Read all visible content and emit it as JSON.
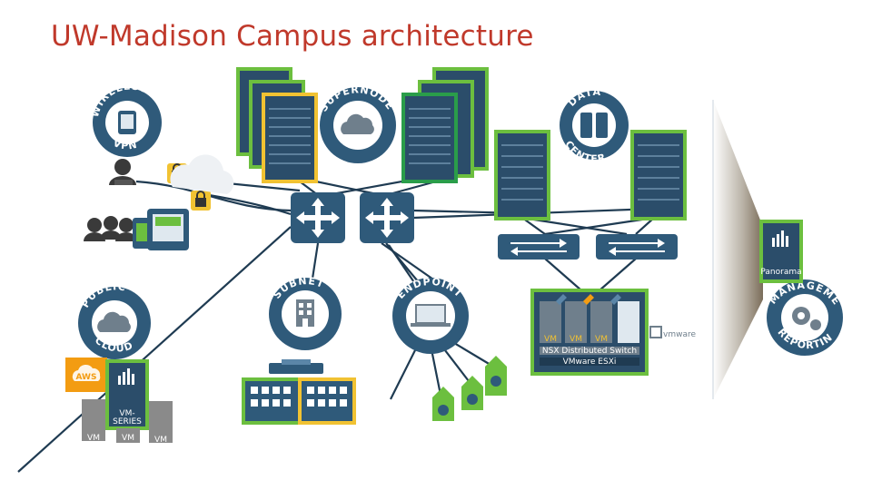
{
  "title": "UW-Madison Campus architecture",
  "badges": {
    "wireless": "WIRELESS",
    "vpn": "VPN",
    "supernodes": "SUPERNODES",
    "data": "DATA",
    "center": "CENTER",
    "public": "PUBLIC",
    "cloud": "CLOUD",
    "subnet": "SUBNET",
    "endpoint": "ENDPOINT",
    "management": "MANAGEMENT",
    "reporting": "REPORTING"
  },
  "labels": {
    "aws": "AWS",
    "vm_series_1": "VM-",
    "vm_series_2": "SERIES",
    "vm_left": "VM",
    "vm_mid": "VM",
    "vm_right": "VM",
    "vmware": "vmware",
    "panorama": "Panorama",
    "host_vm1": "VM",
    "host_vm2": "VM",
    "host_vm3": "VM",
    "nsx_bar": "NSX Distributed Switch",
    "vsphere_bar": "VMware ESXi"
  },
  "colors": {
    "title": "#c0392b",
    "badge": "#2f5a7a",
    "green": "#6cbf3f",
    "yellow": "#f1c232",
    "link": "#1f3b52",
    "aws": "#f39c12"
  }
}
